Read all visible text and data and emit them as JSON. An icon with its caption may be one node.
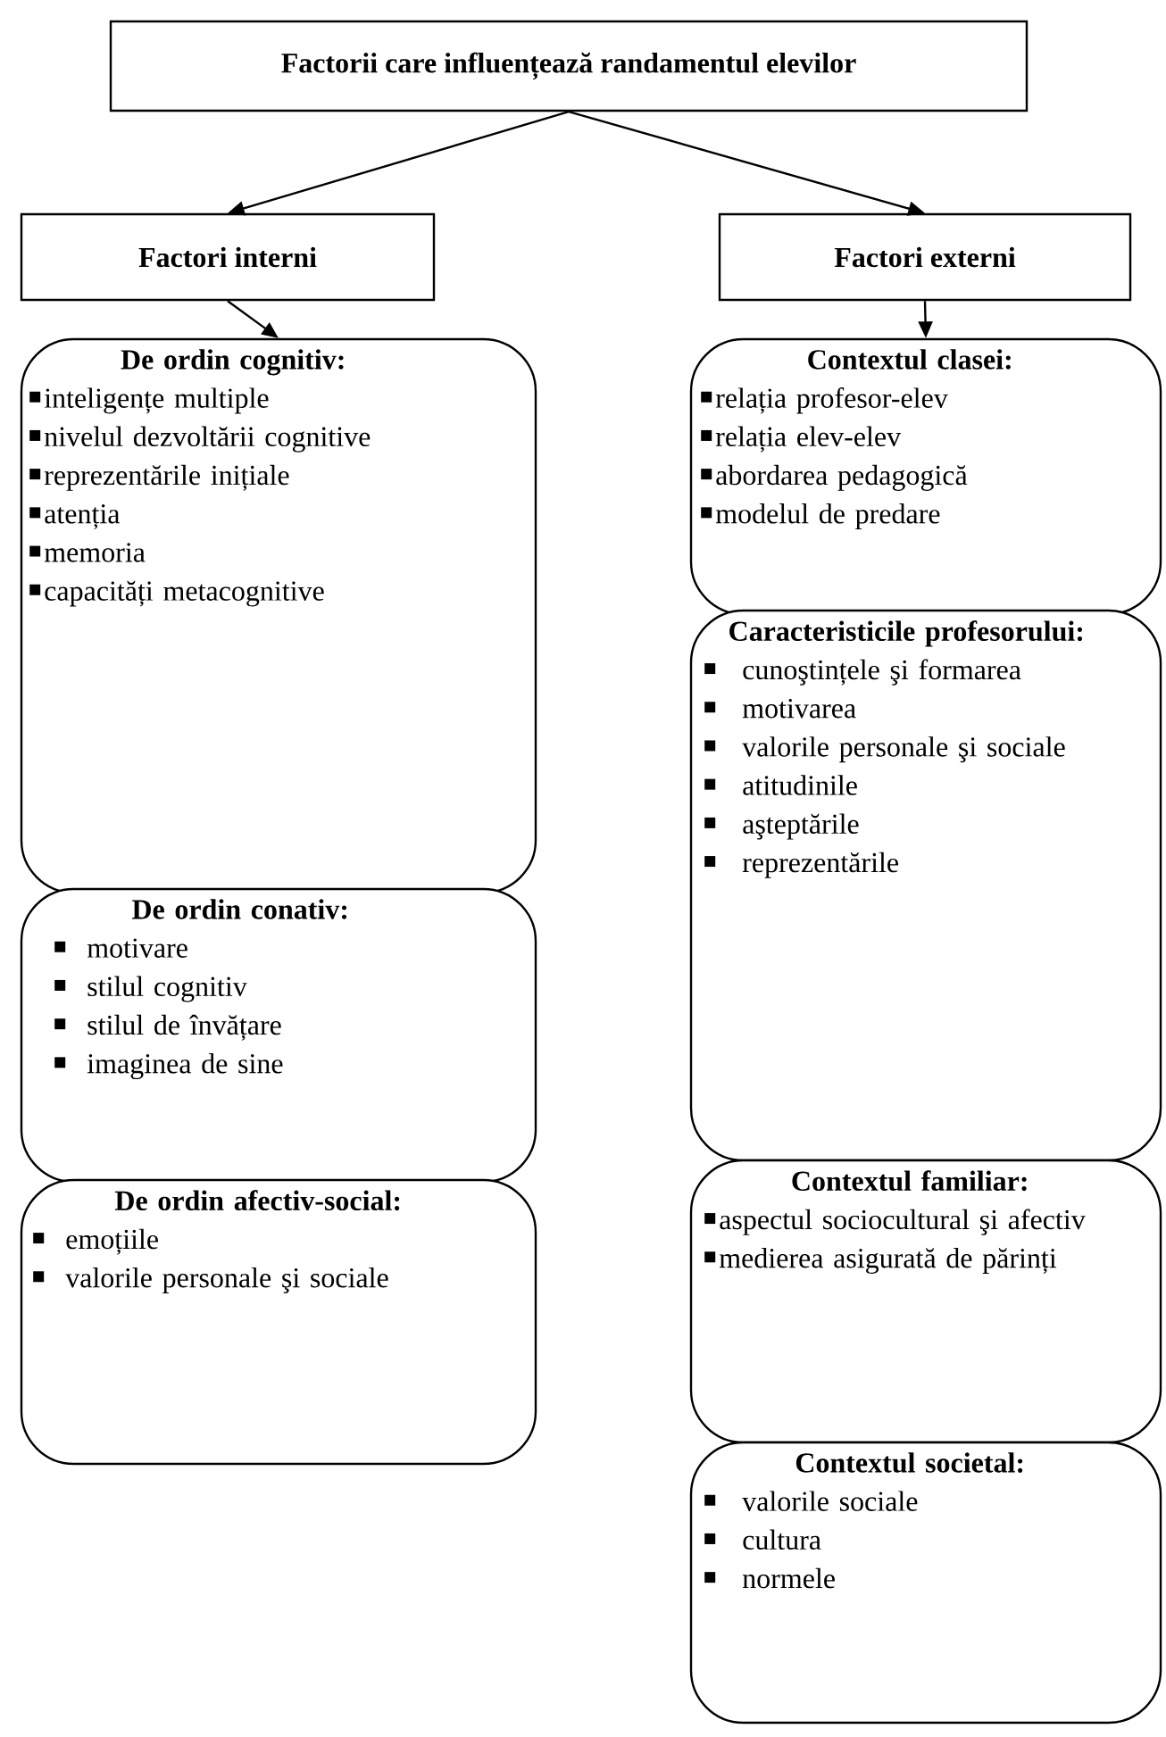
{
  "diagram": {
    "nodes": [
      {
        "text": [
          "Factorii care influențează randamentul elevilor"
        ]
      },
      {
        "text": [
          "Factori interni"
        ]
      },
      {
        "text": [
          "Factori externi"
        ]
      },
      {
        "text": [
          "De ordin cognitiv:",
          "inteligențe multiple",
          "nivelul dezvoltării cognitive",
          "reprezentările inițiale",
          "atenția",
          "memoria",
          "capacități metacognitive"
        ]
      },
      {
        "text": [
          "De ordin conativ:",
          "motivare",
          "stilul cognitiv",
          "stilul de învățare",
          "imaginea de sine"
        ]
      },
      {
        "text": [
          "De ordin afectiv-social:",
          "emoțiile",
          "valorile personale şi sociale"
        ]
      },
      {
        "text": [
          "Contextul clasei:",
          "relația profesor-elev",
          "relația elev-elev",
          "abordarea pedagogică",
          "modelul de predare"
        ]
      },
      {
        "text": [
          "Caracteristicile profesorului:",
          "cunoştințele şi formarea",
          "motivarea",
          "valorile personale şi sociale",
          "atitudinile",
          "aşteptările",
          "reprezentările"
        ]
      },
      {
        "text": [
          "Contextul familiar:",
          "aspectul sociocultural şi afectiv",
          "medierea asigurată de părinți"
        ]
      },
      {
        "text": [
          "Contextul societal:",
          "valorile sociale",
          "cultura",
          "normele"
        ]
      }
    ],
    "edges": [
      {
        "from": 0,
        "to": 1,
        "arrow": "to"
      },
      {
        "from": 0,
        "to": 2,
        "arrow": "to"
      },
      {
        "from": 1,
        "to": 3,
        "arrow": "to"
      },
      {
        "from": 2,
        "to": 6,
        "arrow": "to"
      }
    ]
  }
}
